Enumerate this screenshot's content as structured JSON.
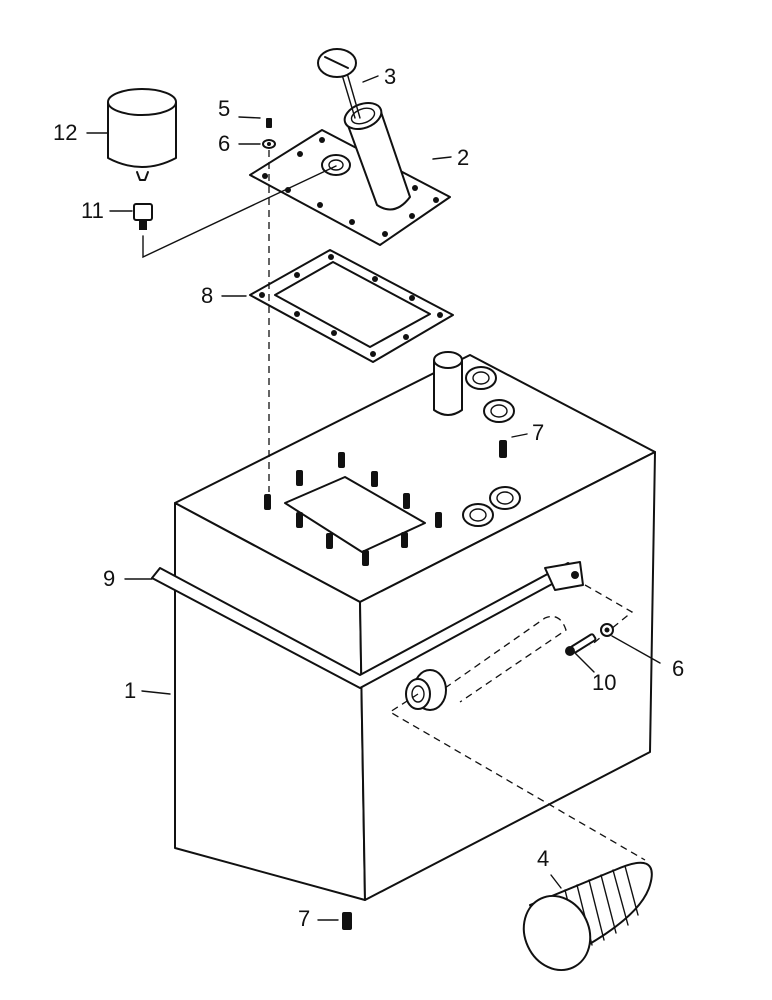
{
  "callouts": {
    "tank": "1",
    "cover_plate": "2",
    "dipstick": "3",
    "filter_element": "4",
    "screw_top": "5",
    "washer_top": "6",
    "washer_side": "6",
    "stud_top": "7",
    "drain_plug": "7",
    "gasket": "8",
    "strap": "9",
    "bolt": "10",
    "fitting": "11",
    "breather": "12"
  },
  "colors": {
    "ink": "#111111",
    "paper": "#ffffff"
  }
}
